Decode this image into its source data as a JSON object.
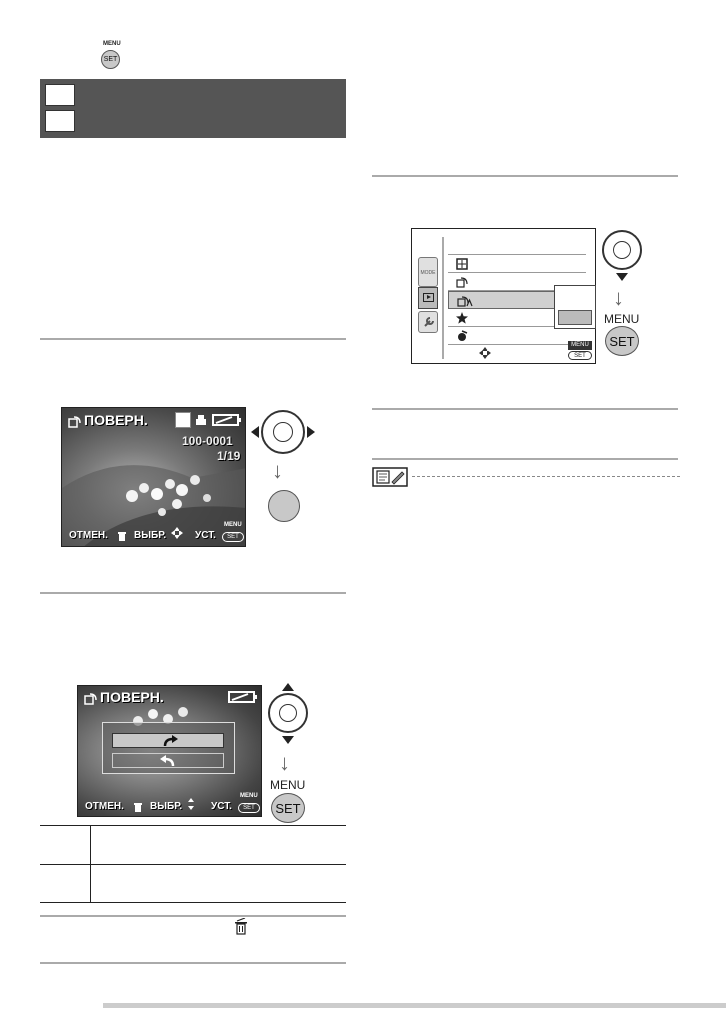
{
  "header": {
    "menu_label": "MENU",
    "set_label": "SET"
  },
  "lcd_select": {
    "title": "ПОВЕРН.",
    "file_number": "100-0001",
    "frame_count": "1/19",
    "bottom_cancel": "ОТМЕН.",
    "bottom_select": "ВЫБР.",
    "bottom_set": "УСТ.",
    "menu_badge": "MENU",
    "set_badge": "SET"
  },
  "lcd_rotate": {
    "title": "ПОВЕРН.",
    "bottom_cancel": "ОТМЕН.",
    "bottom_select": "ВЫБР.",
    "bottom_set": "УСТ.",
    "menu_badge": "MENU",
    "set_badge": "SET"
  },
  "menu_screen": {
    "mode_tab": "MODE",
    "menu_badge": "MENU",
    "set_badge": "SET"
  },
  "controls": {
    "menu_label": "MENU",
    "set_label": "SET"
  },
  "colors": {
    "header_bar": "#555555",
    "rule": "#aaaaaa",
    "button_gray": "#c8c8c8",
    "menu_highlight": "#d0d0d0"
  }
}
